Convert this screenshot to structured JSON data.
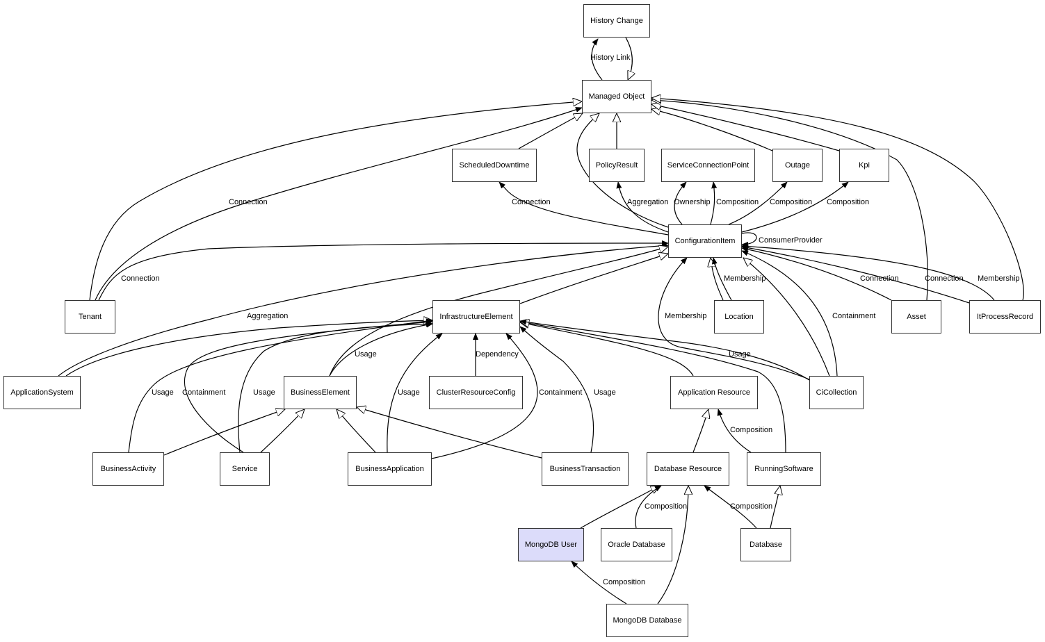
{
  "diagram": {
    "highlight_color": "#dcdcfa",
    "nodes": [
      {
        "id": "history_change",
        "label": "History Change"
      },
      {
        "id": "managed_object",
        "label": "Managed Object"
      },
      {
        "id": "scheduled_downtime",
        "label": "ScheduledDowntime"
      },
      {
        "id": "policy_result",
        "label": "PolicyResult"
      },
      {
        "id": "service_connection_point",
        "label": "ServiceConnectionPoint"
      },
      {
        "id": "outage",
        "label": "Outage"
      },
      {
        "id": "kpi",
        "label": "Kpi"
      },
      {
        "id": "configuration_item",
        "label": "ConfigurationItem"
      },
      {
        "id": "tenant",
        "label": "Tenant"
      },
      {
        "id": "infrastructure_element",
        "label": "InfrastructureElement"
      },
      {
        "id": "location",
        "label": "Location"
      },
      {
        "id": "asset",
        "label": "Asset"
      },
      {
        "id": "it_process_record",
        "label": "ItProcessRecord"
      },
      {
        "id": "application_system",
        "label": "ApplicationSystem"
      },
      {
        "id": "business_element",
        "label": "BusinessElement"
      },
      {
        "id": "cluster_resource_config",
        "label": "ClusterResourceConfig"
      },
      {
        "id": "application_resource",
        "label": "Application Resource"
      },
      {
        "id": "ci_collection",
        "label": "CiCollection"
      },
      {
        "id": "business_activity",
        "label": "BusinessActivity"
      },
      {
        "id": "service",
        "label": "Service"
      },
      {
        "id": "business_application",
        "label": "BusinessApplication"
      },
      {
        "id": "business_transaction",
        "label": "BusinessTransaction"
      },
      {
        "id": "database_resource",
        "label": "Database Resource"
      },
      {
        "id": "running_software",
        "label": "RunningSoftware"
      },
      {
        "id": "mongodb_user",
        "label": "MongoDB User",
        "highlighted": true
      },
      {
        "id": "oracle_database",
        "label": "Oracle Database"
      },
      {
        "id": "database",
        "label": "Database"
      },
      {
        "id": "mongodb_database",
        "label": "MongoDB Database"
      }
    ],
    "edges": [
      {
        "from": "managed_object",
        "to": "history_change",
        "label": "History Link",
        "arrow": "filled"
      },
      {
        "from": "history_change",
        "to": "managed_object",
        "label": "",
        "arrow": "hollow"
      },
      {
        "from": "scheduled_downtime",
        "to": "managed_object",
        "label": "",
        "arrow": "hollow"
      },
      {
        "from": "policy_result",
        "to": "managed_object",
        "label": "",
        "arrow": "hollow"
      },
      {
        "from": "configuration_item",
        "to": "managed_object",
        "label": "",
        "arrow": "hollow"
      },
      {
        "from": "outage",
        "to": "managed_object",
        "label": "",
        "arrow": "hollow"
      },
      {
        "from": "kpi",
        "to": "managed_object",
        "label": "",
        "arrow": "hollow"
      },
      {
        "from": "asset",
        "to": "managed_object",
        "label": "",
        "arrow": "hollow"
      },
      {
        "from": "it_process_record",
        "to": "managed_object",
        "label": "",
        "arrow": "hollow"
      },
      {
        "from": "tenant",
        "to": "managed_object",
        "label": "",
        "arrow": "hollow"
      },
      {
        "from": "tenant",
        "to": "managed_object",
        "label": "Connection",
        "arrow": "filled"
      },
      {
        "from": "configuration_item",
        "to": "scheduled_downtime",
        "label": "Connection",
        "arrow": "filled"
      },
      {
        "from": "configuration_item",
        "to": "policy_result",
        "label": "Aggregation",
        "arrow": "filled"
      },
      {
        "from": "configuration_item",
        "to": "service_connection_point",
        "label": "Ownership",
        "arrow": "filled"
      },
      {
        "from": "configuration_item",
        "to": "service_connection_point",
        "label": "Composition",
        "arrow": "filled"
      },
      {
        "from": "configuration_item",
        "to": "outage",
        "label": "Composition",
        "arrow": "filled"
      },
      {
        "from": "configuration_item",
        "to": "kpi",
        "label": "Composition",
        "arrow": "filled"
      },
      {
        "from": "configuration_item",
        "to": "configuration_item",
        "label": "ConsumerProvider",
        "arrow": "filled"
      },
      {
        "from": "tenant",
        "to": "configuration_item",
        "label": "Connection",
        "arrow": "filled"
      },
      {
        "from": "application_system",
        "to": "configuration_item",
        "label": "Aggregation",
        "arrow": "filled"
      },
      {
        "from": "business_element",
        "to": "configuration_item",
        "label": "",
        "arrow": "hollow"
      },
      {
        "from": "infrastructure_element",
        "to": "configuration_item",
        "label": "",
        "arrow": "hollow"
      },
      {
        "from": "location",
        "to": "configuration_item",
        "label": "",
        "arrow": "hollow"
      },
      {
        "from": "location",
        "to": "configuration_item",
        "label": "Membership",
        "arrow": "filled"
      },
      {
        "from": "ci_collection",
        "to": "configuration_item",
        "label": "Membership",
        "arrow": "filled"
      },
      {
        "from": "ci_collection",
        "to": "configuration_item",
        "label": "",
        "arrow": "hollow"
      },
      {
        "from": "ci_collection",
        "to": "configuration_item",
        "label": "Containment",
        "arrow": "filled"
      },
      {
        "from": "asset",
        "to": "configuration_item",
        "label": "Connection",
        "arrow": "filled"
      },
      {
        "from": "it_process_record",
        "to": "configuration_item",
        "label": "Connection",
        "arrow": "filled"
      },
      {
        "from": "it_process_record",
        "to": "configuration_item",
        "label": "Membership",
        "arrow": "filled"
      },
      {
        "from": "application_system",
        "to": "infrastructure_element",
        "label": "",
        "arrow": "hollow"
      },
      {
        "from": "business_activity",
        "to": "infrastructure_element",
        "label": "Usage",
        "arrow": "filled"
      },
      {
        "from": "service",
        "to": "infrastructure_element",
        "label": "Containment",
        "arrow": "filled"
      },
      {
        "from": "service",
        "to": "infrastructure_element",
        "label": "Usage",
        "arrow": "filled"
      },
      {
        "from": "business_element",
        "to": "infrastructure_element",
        "label": "Usage",
        "arrow": "filled"
      },
      {
        "from": "business_application",
        "to": "infrastructure_element",
        "label": "Usage",
        "arrow": "filled"
      },
      {
        "from": "cluster_resource_config",
        "to": "infrastructure_element",
        "label": "Dependency",
        "arrow": "filled"
      },
      {
        "from": "business_application",
        "to": "infrastructure_element",
        "label": "Containment",
        "arrow": "filled"
      },
      {
        "from": "business_transaction",
        "to": "infrastructure_element",
        "label": "Usage",
        "arrow": "filled"
      },
      {
        "from": "application_resource",
        "to": "infrastructure_element",
        "label": "",
        "arrow": "hollow"
      },
      {
        "from": "running_software",
        "to": "infrastructure_element",
        "label": "",
        "arrow": "hollow"
      },
      {
        "from": "ci_collection",
        "to": "infrastructure_element",
        "label": "Usage",
        "arrow": "filled"
      },
      {
        "from": "business_activity",
        "to": "business_element",
        "label": "",
        "arrow": "hollow"
      },
      {
        "from": "service",
        "to": "business_element",
        "label": "",
        "arrow": "hollow"
      },
      {
        "from": "business_application",
        "to": "business_element",
        "label": "",
        "arrow": "hollow"
      },
      {
        "from": "business_transaction",
        "to": "business_element",
        "label": "",
        "arrow": "hollow"
      },
      {
        "from": "database_resource",
        "to": "application_resource",
        "label": "",
        "arrow": "hollow"
      },
      {
        "from": "running_software",
        "to": "application_resource",
        "label": "Composition",
        "arrow": "filled"
      },
      {
        "from": "mongodb_user",
        "to": "database_resource",
        "label": "",
        "arrow": "hollow"
      },
      {
        "from": "oracle_database",
        "to": "database_resource",
        "label": "Composition",
        "arrow": "filled"
      },
      {
        "from": "mongodb_database",
        "to": "database_resource",
        "label": "",
        "arrow": "hollow"
      },
      {
        "from": "database",
        "to": "database_resource",
        "label": "Composition",
        "arrow": "filled"
      },
      {
        "from": "database",
        "to": "running_software",
        "label": "",
        "arrow": "hollow"
      },
      {
        "from": "mongodb_database",
        "to": "mongodb_user",
        "label": "Composition",
        "arrow": "filled"
      }
    ]
  }
}
